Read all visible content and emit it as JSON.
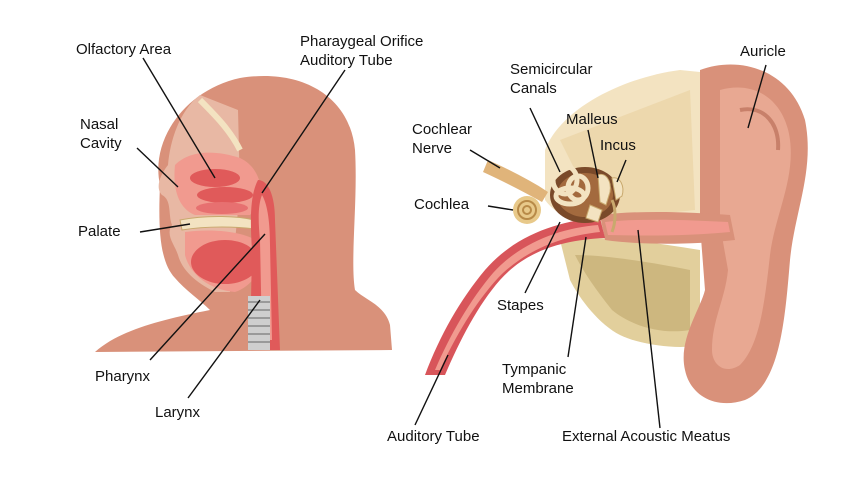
{
  "labels": {
    "olfactory_area": "Olfactory Area",
    "pharyngeal_orifice_1": "Pharaygeal Orifice",
    "pharyngeal_orifice_2": "Auditory Tube",
    "nasal_cavity_1": "Nasal",
    "nasal_cavity_2": "Cavity",
    "palate": "Palate",
    "pharynx": "Pharynx",
    "larynx": "Larynx",
    "semicircular_1": "Semicircular",
    "semicircular_2": "Canals",
    "malleus": "Malleus",
    "incus": "Incus",
    "auricle": "Auricle",
    "cochlear_nerve_1": "Cochlear",
    "cochlear_nerve_2": "Nerve",
    "cochlea": "Cochlea",
    "stapes": "Stapes",
    "tympanic_1": "Tympanic",
    "tympanic_2": "Membrane",
    "auditory_tube": "Auditory Tube",
    "external_meatus": "External Acoustic Meatus"
  },
  "colors": {
    "skin": "#d9917a",
    "skin_light": "#e8b8a4",
    "mucosa": "#e05a5a",
    "mucosa_light": "#f19a8f",
    "bone": "#f3e3c1",
    "bone_dark": "#c9a96e",
    "tube": "#d8555a",
    "nerve": "#e0b47a"
  }
}
